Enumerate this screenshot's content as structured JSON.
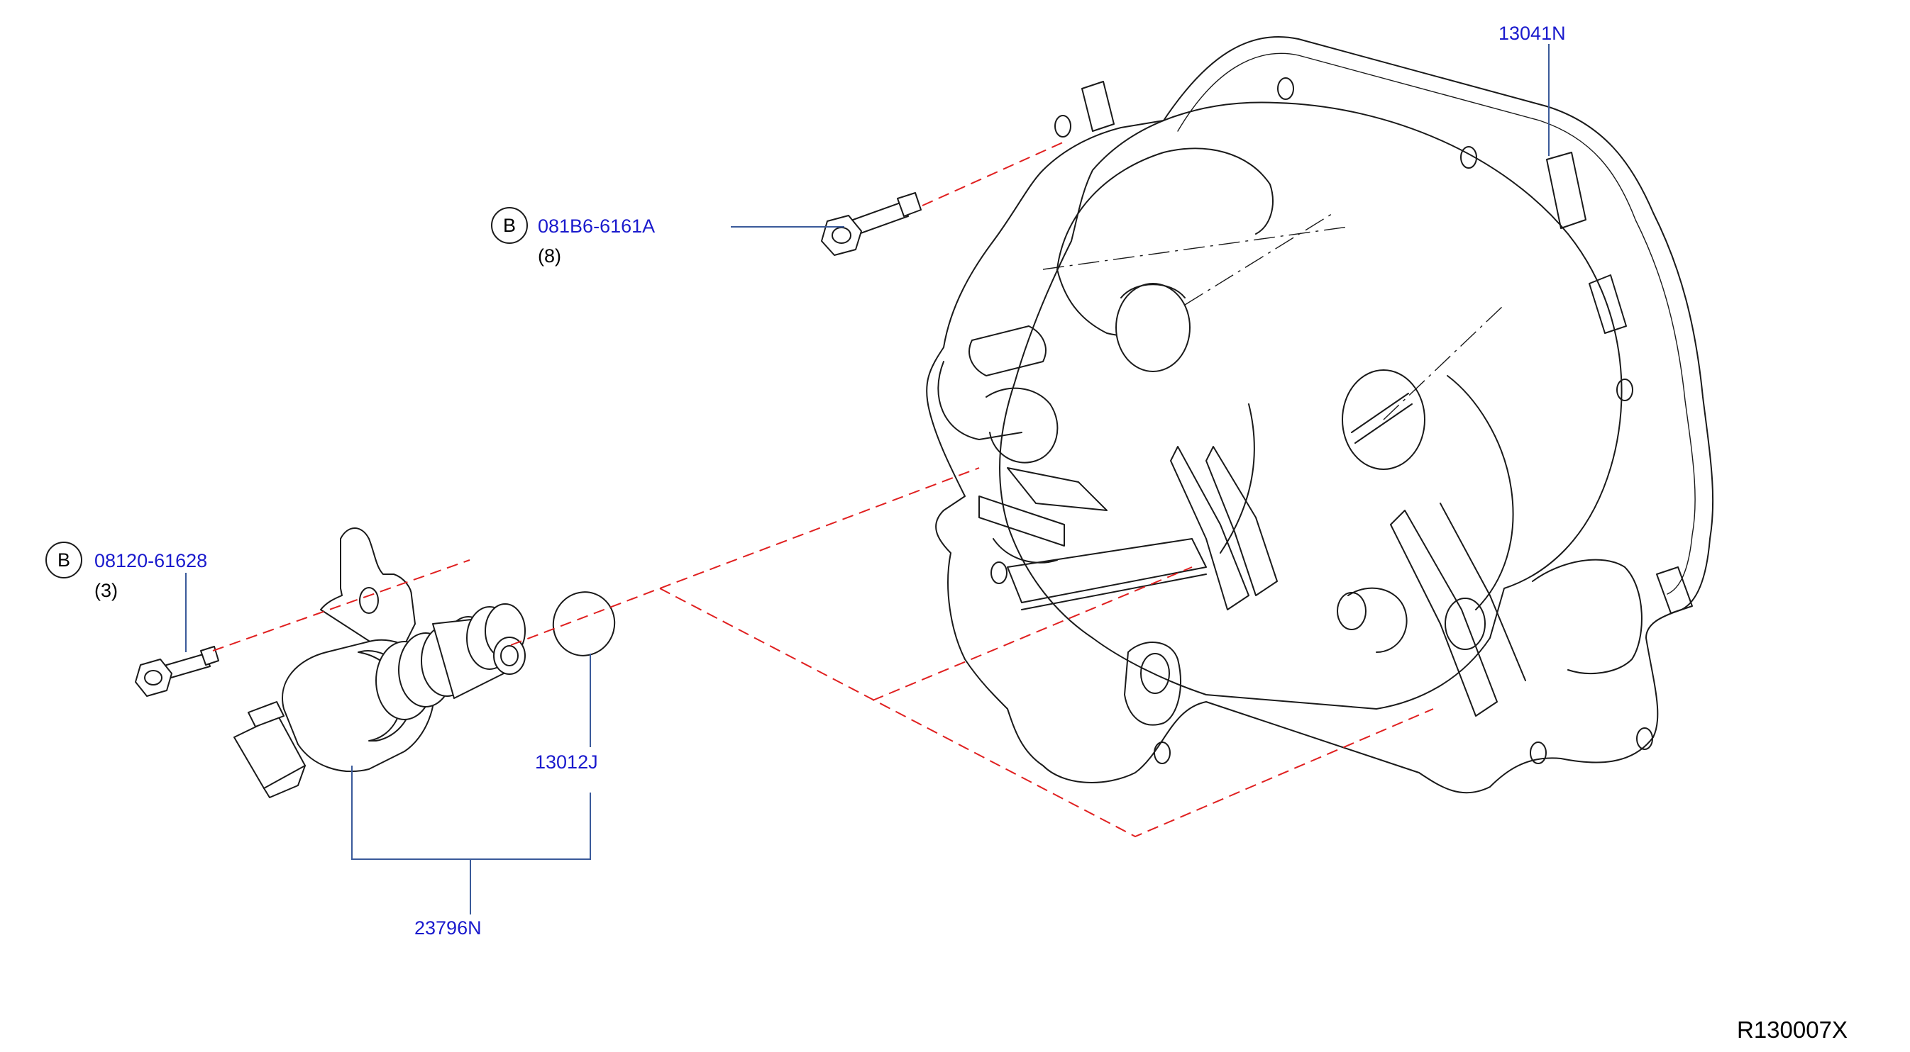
{
  "callouts": {
    "cover": {
      "part_no": "13041N"
    },
    "cover_bolt": {
      "circle_letter": "B",
      "part_no": "081B6-6161A",
      "qty": "(8)"
    },
    "valve_bolt": {
      "circle_letter": "B",
      "part_no": "08120-61628",
      "qty": "(3)"
    },
    "o_ring": {
      "part_no": "13012J"
    },
    "solenoid_valve": {
      "part_no": "23796N"
    }
  },
  "reference_no": "R130007X",
  "colors": {
    "part_number_text": "#1a1acd",
    "leader_line": "#3a5a9a",
    "assembly_line": "#e02020",
    "linework": "#1a1a1a"
  }
}
